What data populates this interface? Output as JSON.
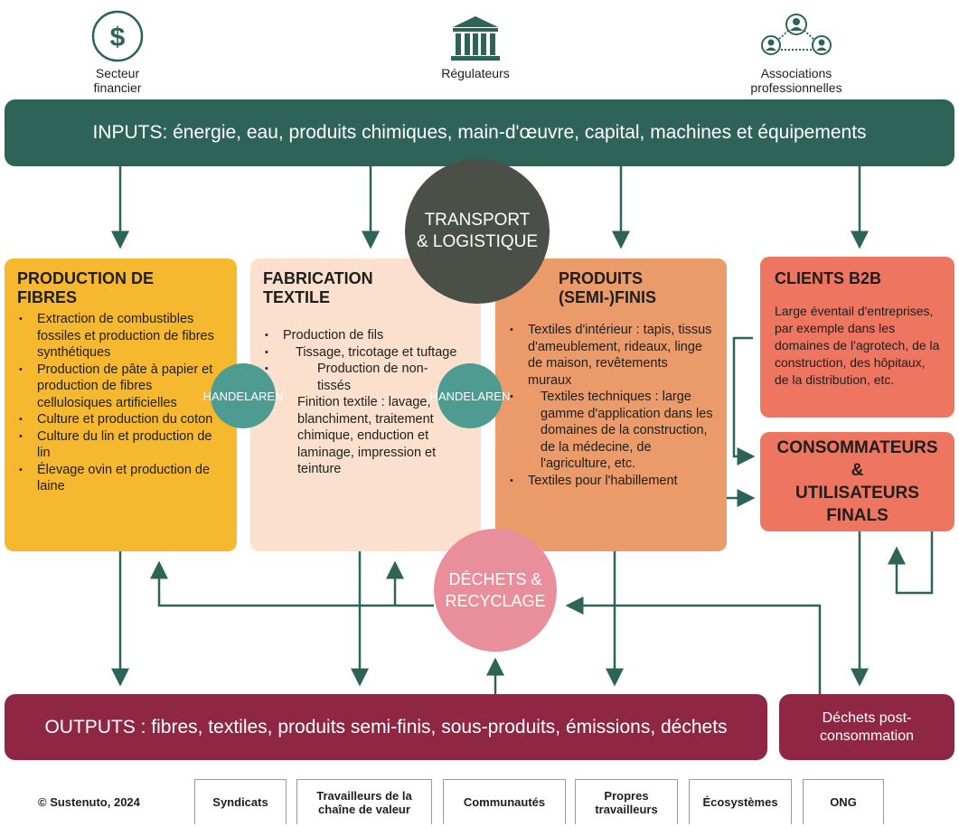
{
  "stakeholders": [
    {
      "label": "Secteur\nfinancier",
      "icon": "dollar-icon"
    },
    {
      "label": "Régulateurs",
      "icon": "bank-building-icon"
    },
    {
      "label": "Associations\nprofessionnelles",
      "icon": "people-network-icon"
    }
  ],
  "inputs": {
    "text": "INPUTS: énergie, eau, produits chimiques, main-d'œuvre, capital, machines et équipements"
  },
  "transport": {
    "label": "TRANSPORT\n& LOGISTIQUE"
  },
  "fibres": {
    "title": "PRODUCTION DE\nFIBRES",
    "items": [
      "Extraction de combustibles fossiles et production de fibres synthétiques",
      "Production de pâte à papier et production de fibres cellulosiques artificielles",
      "Culture et production du coton",
      "Culture du lin et production de lin",
      "Élevage ovin et production de laine"
    ]
  },
  "fabrication": {
    "title": "FABRICATION\nTEXTILE",
    "items": [
      "Production de fils",
      "Tissage, tricotage et tuftage",
      "Production de non-tissés",
      "Finition textile : lavage, blanchiment, traitement chimique, enduction et laminage, impression et teinture"
    ]
  },
  "produits": {
    "title": "PRODUITS\n(SEMI-)FINIS",
    "items": [
      "Textiles d'intérieur : tapis, tissus d'ameublement, rideaux, linge de maison, revêtements muraux",
      "Textiles techniques : large gamme d'application dans les domaines de la construction, de la médecine, de l'agriculture, etc.",
      "Textiles pour l'habillement"
    ]
  },
  "handelaren": [
    "HANDELAREN",
    "HANDELAREN"
  ],
  "b2b": {
    "title": "CLIENTS B2B",
    "text": "Large éventail d'entreprises, par exemple dans les domaines de l'agrotech, de la construction, des hôpitaux, de la distribution, etc."
  },
  "consommateurs": {
    "title": "CONSOMMATEURS\n&\nUTILISATEURS\nFINALS"
  },
  "dechets": {
    "label": "DÉCHETS &\nRECYCLAGE"
  },
  "outputs": {
    "text": "OUTPUTS : fibres, textiles, produits semi-finis, sous-produits, émissions, déchets"
  },
  "post_consommation": {
    "text": "Déchets post-\nconsommation"
  },
  "copyright": "© Sustenuto, 2024",
  "footer": [
    "Syndicats",
    "Travailleurs de la\nchaîne de valeur",
    "Communautés",
    "Propres\ntravailleurs",
    "Écosystèmes",
    "ONG"
  ],
  "colors": {
    "inputs": "#2e6458",
    "fibres": "#f6b82f",
    "fabrication": "#fbe1cd",
    "produits": "#eb9b69",
    "clients": "#ee7660",
    "transport": "#4a5048",
    "handelaren": "#4e9b92",
    "dechets": "#e98e9b",
    "outputs": "#8e2644",
    "arrows": "#2e6458"
  }
}
